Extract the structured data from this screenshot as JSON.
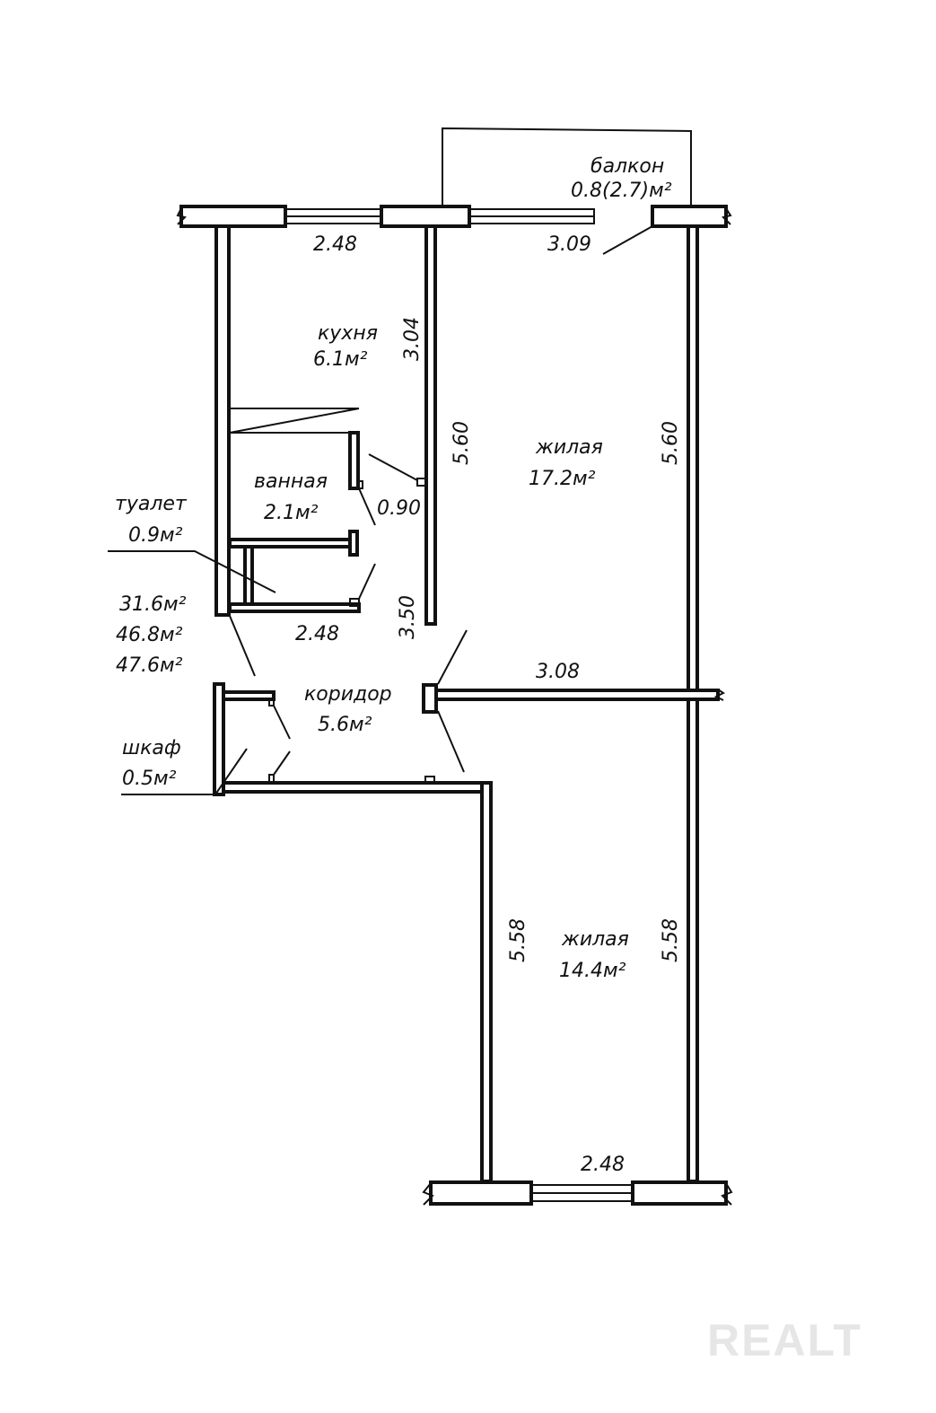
{
  "rooms": {
    "balcony": {
      "name": "балкон",
      "area": "0.8(2.7)м²"
    },
    "kitchen": {
      "name": "кухня",
      "area": "6.1м²"
    },
    "living1": {
      "name": "жилая",
      "area": "17.2м²"
    },
    "bathroom": {
      "name": "ванная",
      "area": "2.1м²"
    },
    "toilet": {
      "name": "туалет",
      "area": "0.9м²"
    },
    "corridor": {
      "name": "коридор",
      "area": "5.6м²"
    },
    "closet": {
      "name": "шкаф",
      "area": "0.5м²"
    },
    "living2": {
      "name": "жилая",
      "area": "14.4м²"
    }
  },
  "totals": [
    "31.6м²",
    "46.8м²",
    "47.6м²"
  ],
  "dimensions": {
    "kitchen_width": "2.48",
    "living1_width": "3.09",
    "kitchen_length": "3.04",
    "partition_length": "5.60",
    "right_wall_length": "5.60",
    "door_width": "0.90",
    "corridor_length": "3.50",
    "bath_width": "2.48",
    "partition_width": "3.08",
    "living2_left_length": "5.58",
    "living2_right_length": "5.58",
    "living2_width": "2.48"
  },
  "watermark": "REALT"
}
